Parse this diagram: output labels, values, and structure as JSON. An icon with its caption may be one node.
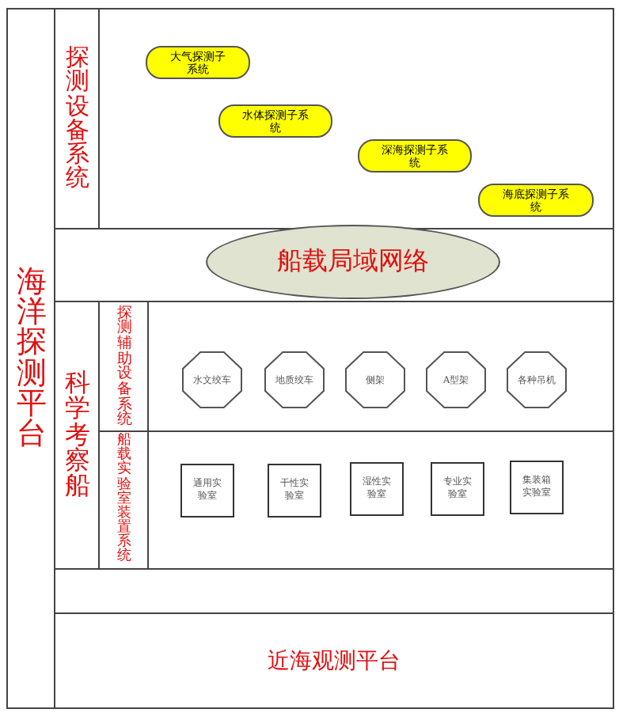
{
  "diagram": {
    "nodes": [
      {
        "text": [
          "海洋探测平台"
        ]
      },
      {
        "text": [
          "探测设备系统"
        ],
        "in": 0
      },
      {
        "text": [
          "大气探测子系统"
        ],
        "in": 1
      },
      {
        "text": [
          "水体探测子系统"
        ],
        "in": 1
      },
      {
        "text": [
          "深海探测子系统"
        ],
        "in": 1
      },
      {
        "text": [
          "海底探测子系统"
        ],
        "in": 1
      },
      {
        "text": [
          "船载局域网络"
        ],
        "in": 0
      },
      {
        "text": [
          "科学考察船"
        ],
        "in": 0
      },
      {
        "text": [
          "探测辅助设备系统"
        ],
        "in": 7
      },
      {
        "text": [
          "水文绞车"
        ],
        "in": 8
      },
      {
        "text": [
          "地质绞车"
        ],
        "in": 8
      },
      {
        "text": [
          "侧架"
        ],
        "in": 8
      },
      {
        "text": [
          "A型架"
        ],
        "in": 8
      },
      {
        "text": [
          "各种吊机"
        ],
        "in": 8
      },
      {
        "text": [
          "船载实验室装置系统"
        ],
        "in": 7
      },
      {
        "text": [
          "通用实验室"
        ],
        "in": 14
      },
      {
        "text": [
          "干性实验室"
        ],
        "in": 14
      },
      {
        "text": [
          "湿性实验室"
        ],
        "in": 14
      },
      {
        "text": [
          "专业实验室"
        ],
        "in": 14
      },
      {
        "text": [
          "集装箱实验室"
        ],
        "in": 14
      },
      {
        "text": [
          "近海观测平台"
        ],
        "in": 0
      }
    ]
  }
}
